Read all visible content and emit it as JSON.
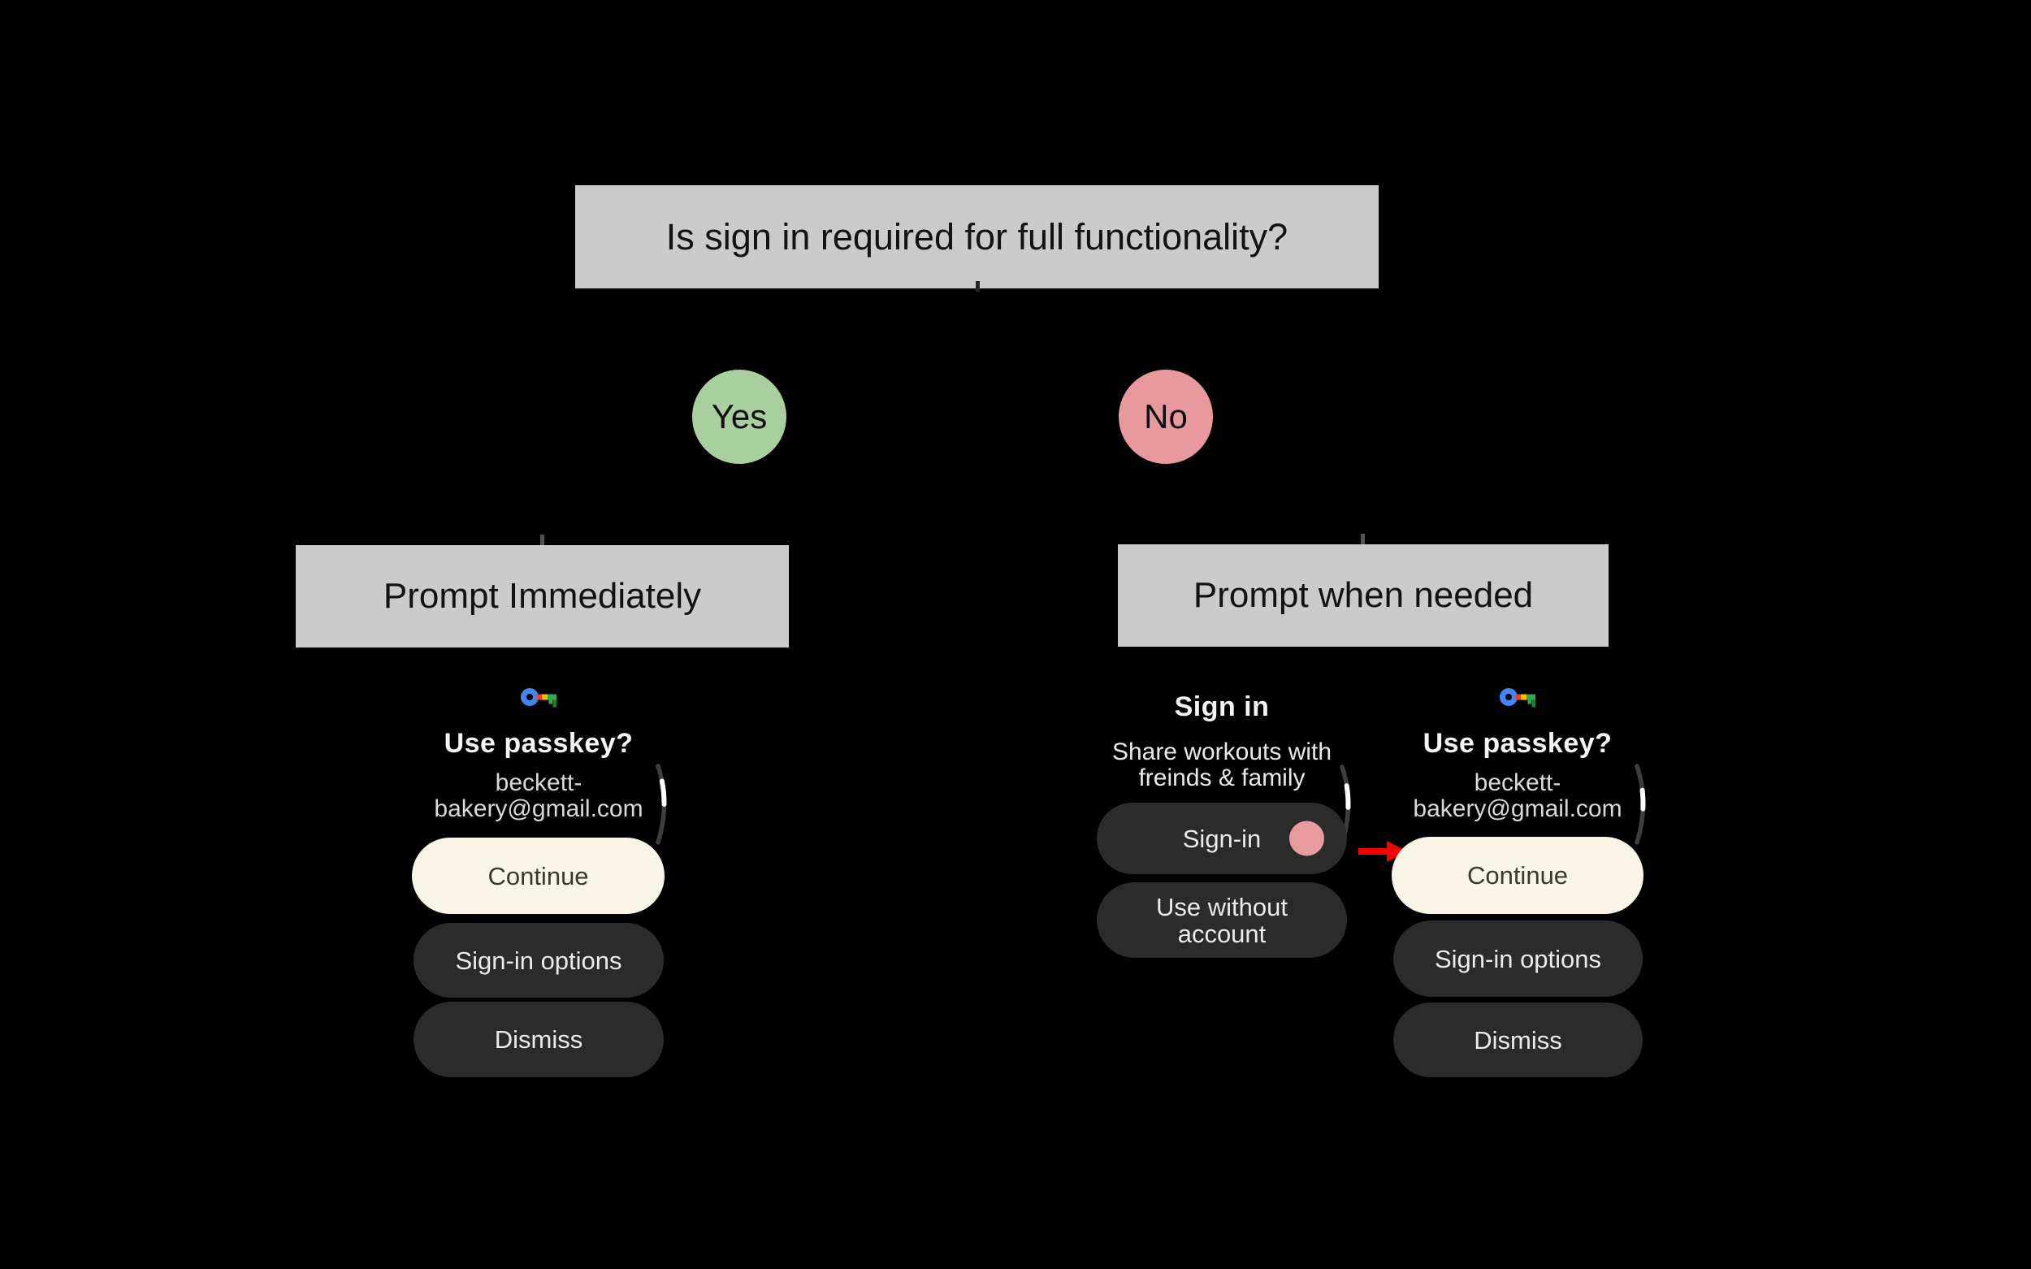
{
  "flowchart": {
    "question": "Is sign in required for full functionality?",
    "yes_label": "Yes",
    "no_label": "No",
    "yes_outcome": "Prompt Immediately",
    "no_outcome": "Prompt when needed"
  },
  "passkey_screen": {
    "icon": "google-passkey-icon",
    "title": "Use passkey?",
    "account_line1": "beckett-",
    "account_line2": "bakery@gmail.com",
    "buttons": {
      "continue": "Continue",
      "sign_in_options": "Sign-in options",
      "dismiss": "Dismiss"
    }
  },
  "signin_screen": {
    "title": "Sign in",
    "body_line1": "Share workouts with",
    "body_line2": "freinds & family",
    "buttons": {
      "sign_in": "Sign-in",
      "use_without_line1": "Use without",
      "use_without_line2": "account"
    }
  },
  "colors": {
    "background": "#000000",
    "flow_box_gray": "#CBCBCB",
    "yes_green": "#A9CE9F",
    "no_pink": "#E8999D",
    "continue_cream": "#F9F5E6",
    "pill_dark": "#2B2B2B",
    "tap_indicator_pink": "#E99A9E",
    "arrow_red": "#F80000",
    "passkey_blue": "#4285F4",
    "passkey_red": "#EA4335",
    "passkey_yellow": "#FBBC04",
    "passkey_green": "#34A853"
  }
}
